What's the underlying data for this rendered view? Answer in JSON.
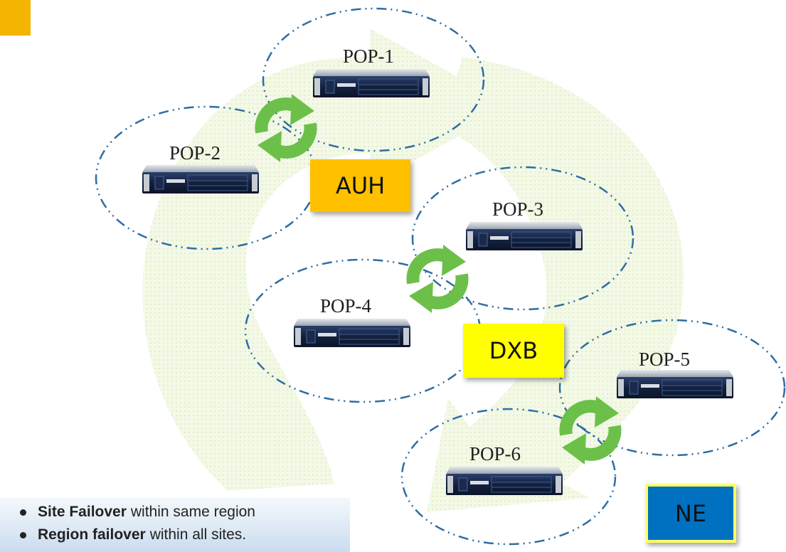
{
  "pops": [
    {
      "id": "pop-1",
      "label": "POP-1"
    },
    {
      "id": "pop-2",
      "label": "POP-2"
    },
    {
      "id": "pop-3",
      "label": "POP-3"
    },
    {
      "id": "pop-4",
      "label": "POP-4"
    },
    {
      "id": "pop-5",
      "label": "POP-5"
    },
    {
      "id": "pop-6",
      "label": "POP-6"
    }
  ],
  "regions": [
    {
      "id": "auh",
      "label": "AUH",
      "color": "#ffc000"
    },
    {
      "id": "dxb",
      "label": "DXB",
      "color": "#ffff00"
    },
    {
      "id": "ne",
      "label": "NE",
      "color": "#0070c0"
    }
  ],
  "legend": {
    "items": [
      {
        "bold": "Site Failover",
        "rest": "within same region"
      },
      {
        "bold": "Region failover",
        "rest": "within all sites."
      }
    ]
  },
  "colors": {
    "background_arrow": "#eef6dc",
    "dashed_ellipse": "#2e6da4",
    "sync_icon": "#6cc04a",
    "corner_accent": "#f5b400"
  },
  "icons": [
    "server-icon",
    "sync-icon"
  ]
}
